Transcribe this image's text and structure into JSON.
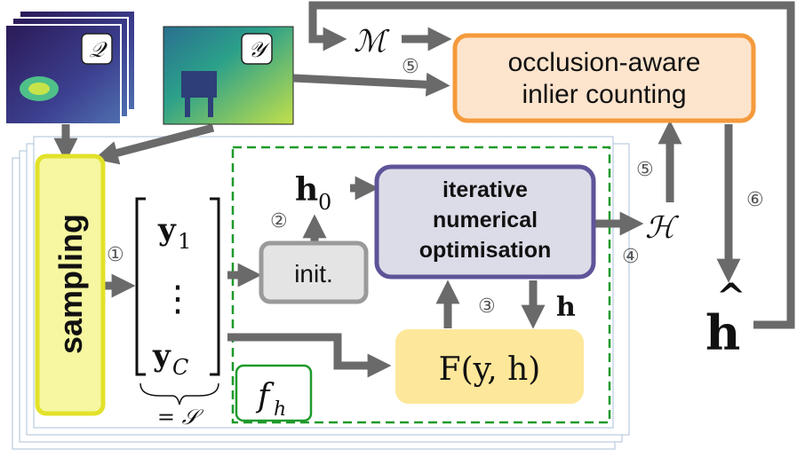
{
  "diagram": {
    "inputs": {
      "q_label": "𝒬",
      "y_label": "𝒴"
    },
    "sampling_label": "sampling",
    "samples": {
      "first": "y",
      "first_sub": "1",
      "dots": "⋮",
      "last": "y",
      "last_sub": "C",
      "set_label": "= 𝒮"
    },
    "init": {
      "label": "init.",
      "h0": "h",
      "h0_sub": "0"
    },
    "optimisation": {
      "line1": "iterative",
      "line2": "numerical",
      "line3": "optimisation"
    },
    "objective": {
      "label": "F(y, h)"
    },
    "fh": {
      "label": "f",
      "sub": "h"
    },
    "hypotheses_label": "ℋ",
    "mask_label": "ℳ",
    "h_label": "h",
    "h_hat": "h",
    "h_hat_accent": "^",
    "inlier": {
      "line1": "occlusion-aware",
      "line2": "inlier counting"
    },
    "steps": {
      "s1": "①",
      "s2": "②",
      "s3": "③",
      "s4": "④",
      "s5a": "⑤",
      "s5b": "⑤",
      "s6": "⑥"
    },
    "colors": {
      "sampling_fill": "#f6f7a0",
      "sampling_border": "#e2e22a",
      "init_fill": "#e4e4e4",
      "init_border": "#9a9a9a",
      "opt_fill": "#dcdce8",
      "opt_border": "#5e5499",
      "objective_fill": "#fde79a",
      "inlier_fill": "#fde4cc",
      "inlier_border": "#f49a3c",
      "fh_border": "#1e9a2a",
      "arrow": "#6a6a6a"
    }
  }
}
